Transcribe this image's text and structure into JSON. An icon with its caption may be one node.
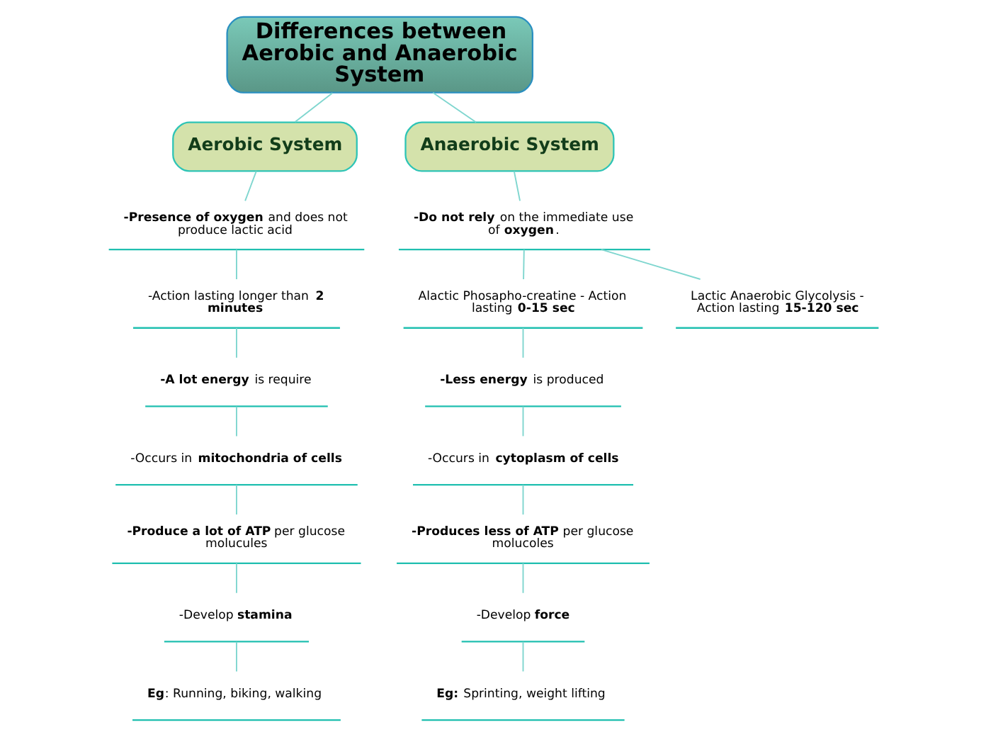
{
  "diagram": {
    "nodes": [
      {
        "text": [
          "Differences between Aerobic and Anaerobic System"
        ]
      },
      {
        "text": [
          "Aerobic System"
        ]
      },
      {
        "text": [
          "Anaerobic System"
        ]
      },
      {
        "text": [
          "**-Presence of oxygen** and does not produce lactic acid"
        ]
      },
      {
        "text": [
          "-Action lasting longer than **2 minutes**"
        ]
      },
      {
        "text": [
          "**-A lot energy** is require"
        ]
      },
      {
        "text": [
          "-Occurs in **mitochondria of cells**"
        ]
      },
      {
        "text": [
          "**-Produce a lot of ATP** per glucose molucules"
        ]
      },
      {
        "text": [
          "-Develop **stamina**"
        ]
      },
      {
        "text": [
          "**Eg**: Running, biking, walking"
        ]
      },
      {
        "text": [
          "**-Do not rely** on the immediate use of **oxygen**."
        ]
      },
      {
        "text": [
          "Alactic Phosapho-creatine - Action lasting **0-15 sec**"
        ]
      },
      {
        "text": [
          "Lactic Anaerobic Glycolysis - Action lasting **15-120 sec**"
        ]
      },
      {
        "text": [
          "**-Less energy** is produced"
        ]
      },
      {
        "text": [
          "-Occurs in **cytoplasm of cells**"
        ]
      },
      {
        "text": [
          "**-Produces less of ATP** per glucose molucoles"
        ]
      },
      {
        "text": [
          "-Develop **force**"
        ]
      },
      {
        "text": [
          "**Eg:** Sprinting, weight lifting"
        ]
      }
    ],
    "edges": [
      {
        "from": 0,
        "to": 1,
        "arrow": "none"
      },
      {
        "from": 0,
        "to": 2,
        "arrow": "none"
      },
      {
        "from": 1,
        "to": 3,
        "arrow": "none"
      },
      {
        "from": 3,
        "to": 4,
        "arrow": "none"
      },
      {
        "from": 4,
        "to": 5,
        "arrow": "none"
      },
      {
        "from": 5,
        "to": 6,
        "arrow": "none"
      },
      {
        "from": 6,
        "to": 7,
        "arrow": "none"
      },
      {
        "from": 7,
        "to": 8,
        "arrow": "none"
      },
      {
        "from": 8,
        "to": 9,
        "arrow": "none"
      },
      {
        "from": 2,
        "to": 10,
        "arrow": "none"
      },
      {
        "from": 10,
        "to": 11,
        "arrow": "none"
      },
      {
        "from": 10,
        "to": 12,
        "arrow": "none"
      },
      {
        "from": 11,
        "to": 13,
        "arrow": "none"
      },
      {
        "from": 13,
        "to": 14,
        "arrow": "none"
      },
      {
        "from": 14,
        "to": 15,
        "arrow": "none"
      },
      {
        "from": 15,
        "to": 16,
        "arrow": "none"
      },
      {
        "from": 16,
        "to": 17,
        "arrow": "none"
      }
    ]
  }
}
